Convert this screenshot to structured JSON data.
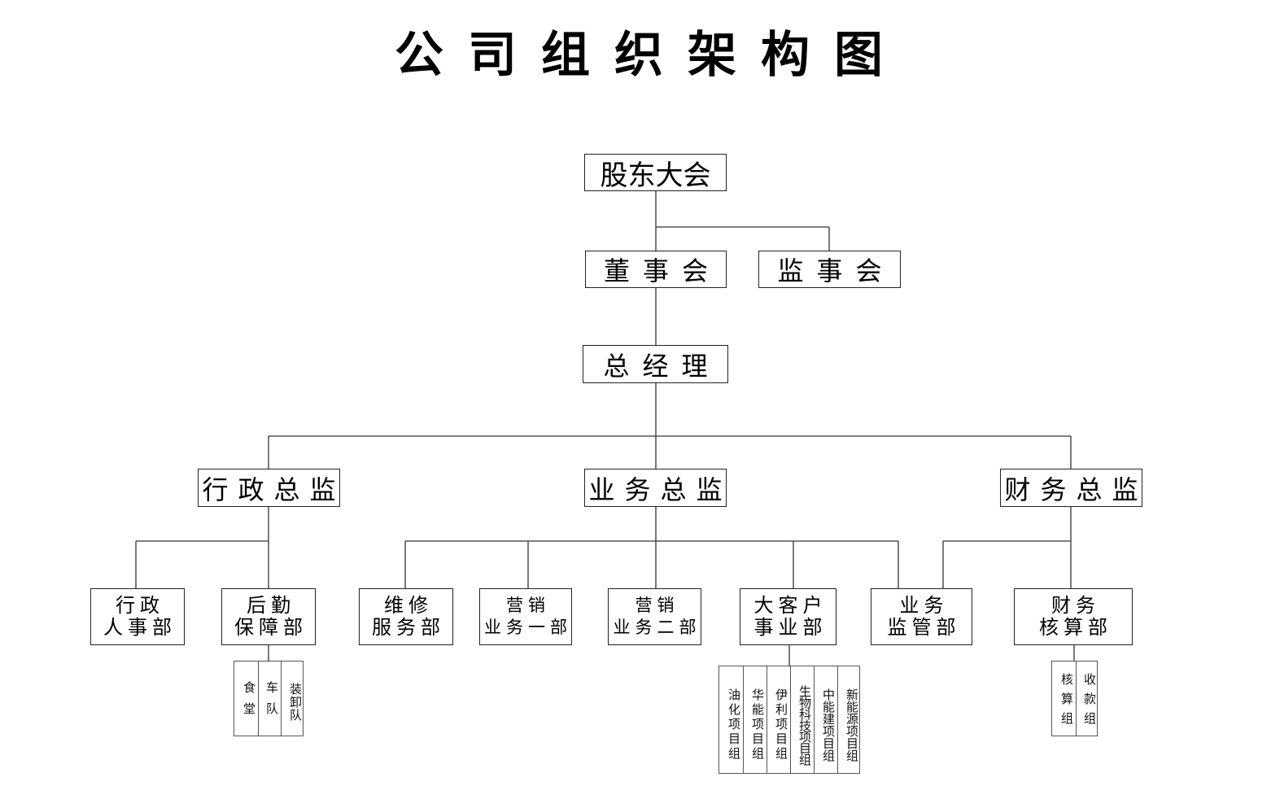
{
  "title": "公司组织架构图",
  "top": {
    "shareholders": "股东大会",
    "board": "董事会",
    "supervisors": "监事会",
    "gm": "总经理"
  },
  "directors": {
    "admin": "行政总监",
    "business": "业务总监",
    "finance": "财务总监"
  },
  "departments": {
    "hr": [
      "行政",
      "人事部"
    ],
    "logistics": [
      "后勤",
      "保障部"
    ],
    "repair": [
      "维修",
      "服务部"
    ],
    "sales1": [
      "营销",
      "业务一部"
    ],
    "sales2": [
      "营销",
      "业务二部"
    ],
    "key_accounts": [
      "大客户",
      "事业部"
    ],
    "supervision": [
      "业务",
      "监管部"
    ],
    "accounting": [
      "财务",
      "核算部"
    ]
  },
  "logistics_units": [
    "食堂",
    "车队",
    "装卸队"
  ],
  "project_groups": [
    "油化项目组",
    "华能项目组",
    "伊利项目组",
    "生物科技项目组",
    "中能建项目组",
    "新能源项目组"
  ],
  "finance_groups": [
    "核算组",
    "收款组"
  ]
}
